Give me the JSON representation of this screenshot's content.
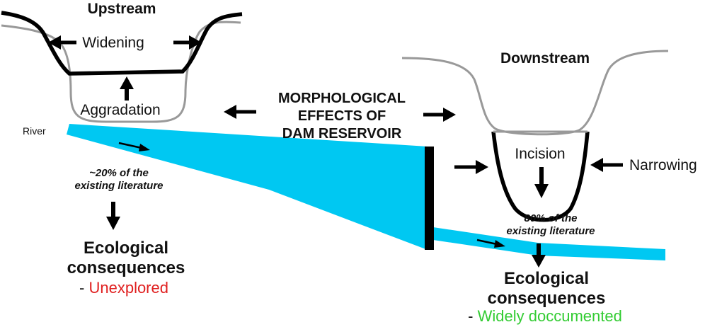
{
  "labels": {
    "upstream": "Upstream",
    "downstream": "Downstream",
    "widening": "Widening",
    "aggradation": "Aggradation",
    "incision": "Incision",
    "narrowing": "Narrowing",
    "river": "River"
  },
  "title_lines": [
    "MORPHOLOGICAL",
    "EFFECTS OF",
    "DAM RESERVOIR"
  ],
  "upstream_block": {
    "literature_lines": [
      "~20% of the",
      "existing literature"
    ],
    "consequences_lines": [
      "Ecological",
      "consequences"
    ],
    "status_prefix": "- ",
    "status": "Unexplored"
  },
  "downstream_block": {
    "literature_lines": [
      "80% of the",
      "existing literature"
    ],
    "consequences_lines": [
      "Ecological",
      "consequences"
    ],
    "status_prefix": "- ",
    "status": "Widely doccumented"
  },
  "colors": {
    "water": "#00c8f2",
    "dam": "#000000",
    "old_profile": "#999999",
    "new_profile": "#000000",
    "unexplored": "#e02020",
    "documented": "#33cc33",
    "text": "#111111"
  },
  "icons": [
    "arrow-left-icon",
    "arrow-right-icon",
    "arrow-up-icon",
    "arrow-down-icon",
    "flow-arrow-icon"
  ]
}
